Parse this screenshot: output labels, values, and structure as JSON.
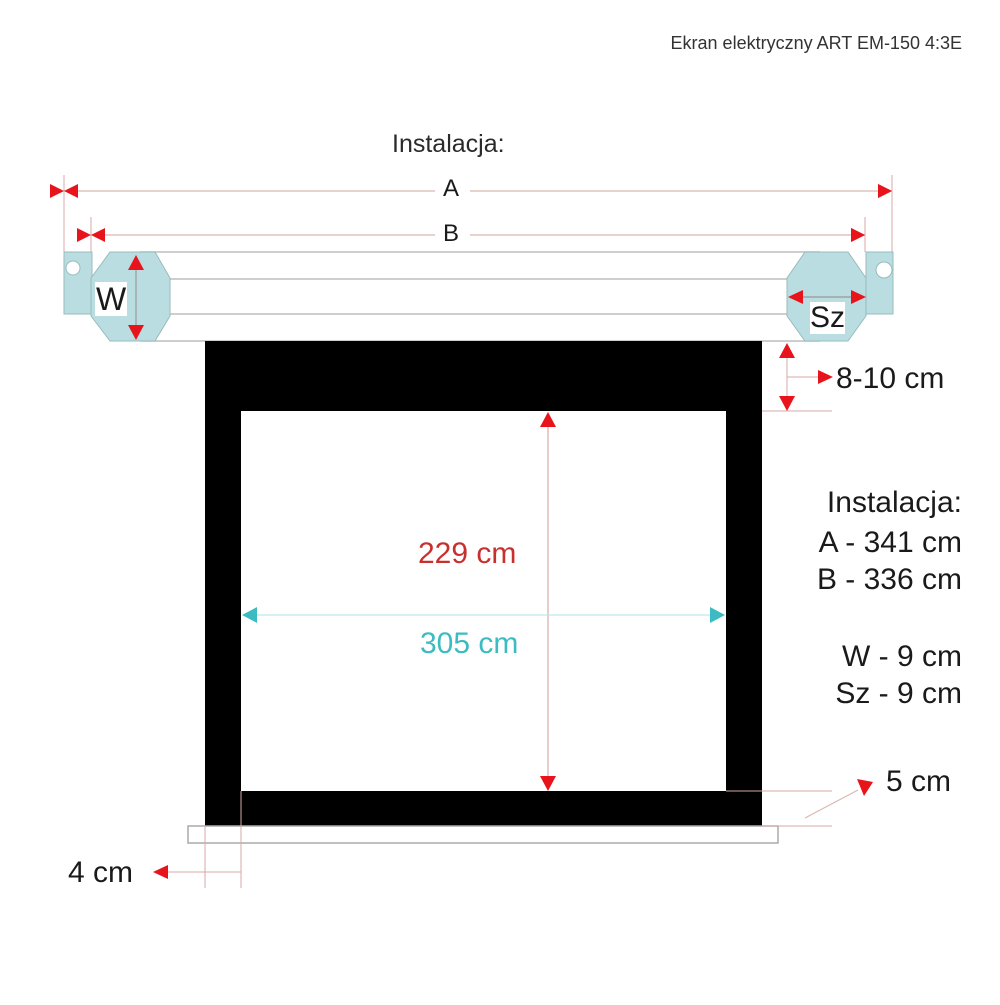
{
  "title": "Ekran elektryczny ART EM-150 4:3E",
  "installation_heading": "Instalacja:",
  "dimension_labels": {
    "a": "A",
    "b": "B",
    "w": "W",
    "sz": "Sz"
  },
  "screen": {
    "height": "229 cm",
    "width": "305 cm",
    "top_drop": "8-10 cm",
    "bottom_border": "5 cm",
    "side_border": "4 cm"
  },
  "specs": {
    "heading": "Instalacja:",
    "a": "A - 341 cm",
    "b": "B - 336 cm",
    "w": "W - 9 cm",
    "sz": "Sz - 9 cm"
  },
  "colors": {
    "arrow_red": "#e8141b",
    "height_text": "#c8302e",
    "width_cyan": "#3cbcc2",
    "bracket_fill": "#b9dde1",
    "guide_line": "#d9a9a9",
    "frame": "#000000"
  }
}
